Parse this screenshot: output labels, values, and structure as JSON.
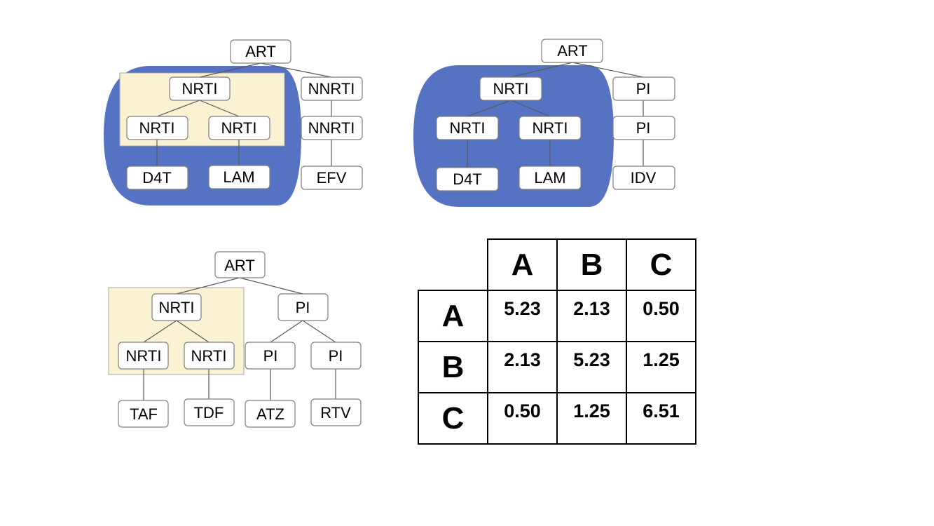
{
  "trees": {
    "a": {
      "root": "ART",
      "left": {
        "parent": "NRTI",
        "child1": "NRTI",
        "child2": "NRTI",
        "leaf1": "D4T",
        "leaf2": "LAM"
      },
      "right": {
        "n1": "NNRTI",
        "n2": "NNRTI",
        "leaf": "EFV"
      }
    },
    "b": {
      "root": "ART",
      "left": {
        "parent": "NRTI",
        "child1": "NRTI",
        "child2": "NRTI",
        "leaf1": "D4T",
        "leaf2": "LAM"
      },
      "right": {
        "n1": "PI",
        "n2": "PI",
        "leaf": "IDV"
      }
    },
    "c": {
      "root": "ART",
      "left": {
        "parent": "NRTI",
        "child1": "NRTI",
        "child2": "NRTI",
        "leaf1": "TAF",
        "leaf2": "TDF"
      },
      "right": {
        "parent": "PI",
        "child1": "PI",
        "child2": "PI",
        "leaf1": "ATZ",
        "leaf2": "RTV"
      }
    }
  },
  "table": {
    "columns": [
      "A",
      "B",
      "C"
    ],
    "rows": [
      {
        "label": "A",
        "values": [
          "5.23",
          "2.13",
          "0.50"
        ]
      },
      {
        "label": "B",
        "values": [
          "2.13",
          "5.23",
          "1.25"
        ]
      },
      {
        "label": "C",
        "values": [
          "0.50",
          "1.25",
          "6.51"
        ]
      }
    ]
  },
  "colors": {
    "blue_highlight": "#5673c3",
    "yellow_highlight": "#fbf2d3"
  }
}
